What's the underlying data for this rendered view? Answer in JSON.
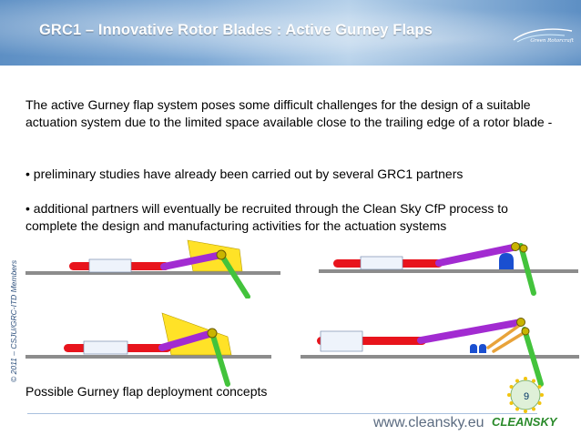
{
  "header": {
    "title": "GRC1 – Innovative Rotor Blades : Active Gurney Flaps",
    "logo_text": "Green Rotorcraft"
  },
  "side_copyright": "© 2011 – CSJU/GRC-ITD Members",
  "body": {
    "paragraph_1": "The active Gurney flap system poses some difficult challenges for the design of a suitable actuation system due to the limited space available close to the trailing edge of a rotor blade -",
    "paragraph_2": "• preliminary studies have already been carried out by several GRC1 partners",
    "paragraph_3": "• additional partners will eventually be recruited through the Clean Sky CfP process to complete the design and manufacturing activities for the actuation systems"
  },
  "caption": "Possible Gurney flap deployment concepts",
  "footer": {
    "url": "www.cleansky.eu",
    "brand": "CLEANSKY",
    "page_number": "9"
  },
  "colors": {
    "header_blue": "#5d8fc4",
    "rod_red": "#e8141c",
    "rod_purple": "#a22bd1",
    "flap_green": "#43c33c",
    "wedge_yellow": "#ffe227",
    "actuator_blue": "#1a4fd0",
    "skin_gray": "#888888"
  }
}
